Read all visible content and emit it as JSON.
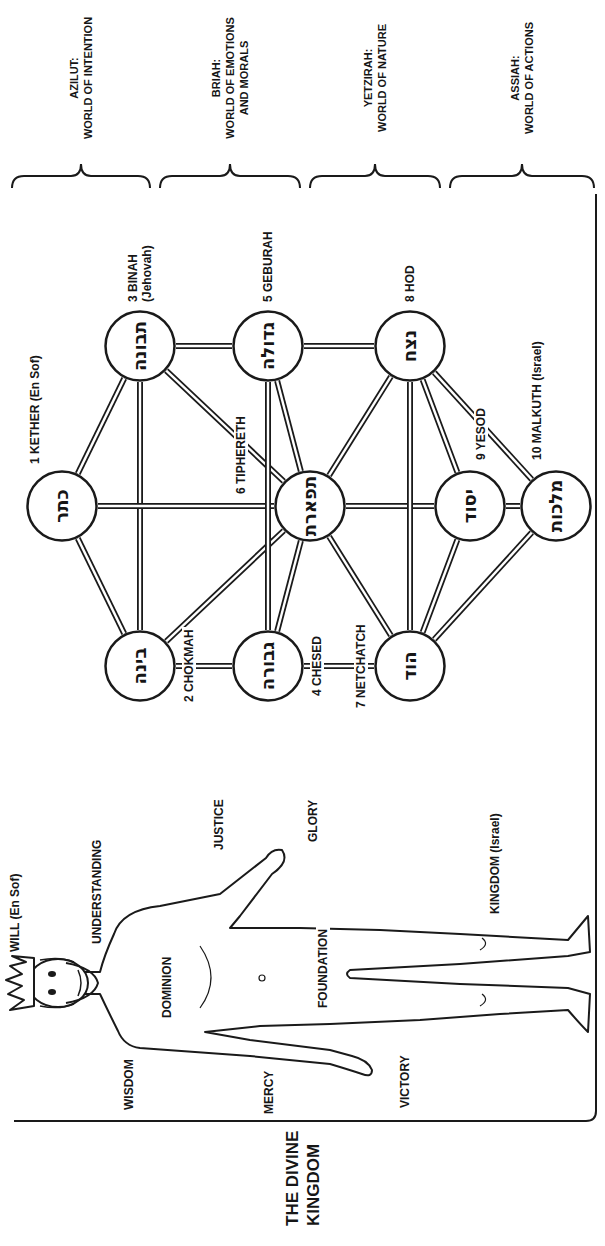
{
  "diagram": {
    "title": "THE DIVINE KINGDOM",
    "nodes": [
      {
        "text": [
          "כתר",
          "1 KETHER (En Sof)"
        ]
      },
      {
        "text": [
          "בינה",
          "2 CHOKMAH"
        ]
      },
      {
        "text": [
          "תבונה",
          "3 BINAH (Jehovah)"
        ]
      },
      {
        "text": [
          "גבורה",
          "4 CHESED"
        ]
      },
      {
        "text": [
          "גדולה",
          "5 GEBURAH"
        ]
      },
      {
        "text": [
          "תפארת",
          "6 TIPHERETH"
        ]
      },
      {
        "text": [
          "הוד",
          "7 NETCHATCH"
        ]
      },
      {
        "text": [
          "נצח",
          "8 HOD"
        ]
      },
      {
        "text": [
          "יסוד",
          "9 YESOD"
        ]
      },
      {
        "text": [
          "מלכות",
          "10 MALKUTH (Israel)"
        ]
      }
    ],
    "edges": [
      {
        "from": 0,
        "to": 1,
        "arrow": "none"
      },
      {
        "from": 0,
        "to": 2,
        "arrow": "none"
      },
      {
        "from": 1,
        "to": 2,
        "arrow": "none"
      },
      {
        "from": 0,
        "to": 5,
        "arrow": "none"
      },
      {
        "from": 1,
        "to": 3,
        "arrow": "none"
      },
      {
        "from": 2,
        "to": 4,
        "arrow": "none"
      },
      {
        "from": 1,
        "to": 5,
        "arrow": "none"
      },
      {
        "from": 2,
        "to": 5,
        "arrow": "none"
      },
      {
        "from": 3,
        "to": 4,
        "arrow": "none"
      },
      {
        "from": 3,
        "to": 5,
        "arrow": "none"
      },
      {
        "from": 4,
        "to": 5,
        "arrow": "none"
      },
      {
        "from": 3,
        "to": 6,
        "arrow": "none"
      },
      {
        "from": 4,
        "to": 7,
        "arrow": "none"
      },
      {
        "from": 5,
        "to": 6,
        "arrow": "none"
      },
      {
        "from": 5,
        "to": 7,
        "arrow": "none"
      },
      {
        "from": 5,
        "to": 8,
        "arrow": "none"
      },
      {
        "from": 6,
        "to": 7,
        "arrow": "none"
      },
      {
        "from": 6,
        "to": 8,
        "arrow": "none"
      },
      {
        "from": 7,
        "to": 8,
        "arrow": "none"
      },
      {
        "from": 6,
        "to": 9,
        "arrow": "none"
      },
      {
        "from": 7,
        "to": 9,
        "arrow": "none"
      },
      {
        "from": 8,
        "to": 9,
        "arrow": "none"
      }
    ],
    "labels": [
      "WILL (En Sof)",
      "UNDERSTANDING",
      "WISDOM",
      "DOMINION",
      "JUSTICE",
      "MERCY",
      "GLORY",
      "FOUNDATION",
      "VICTORY",
      "KINGDOM (Israel)",
      "AZILUT:",
      "WORLD OF INTENTION",
      "BRIAH:",
      "WORLD OF EMOTIONS AND MORALS",
      "YETZIRAH:",
      "WORLD OF NATURE",
      "ASSIAH:",
      "WORLD OF ACTIONS"
    ]
  }
}
